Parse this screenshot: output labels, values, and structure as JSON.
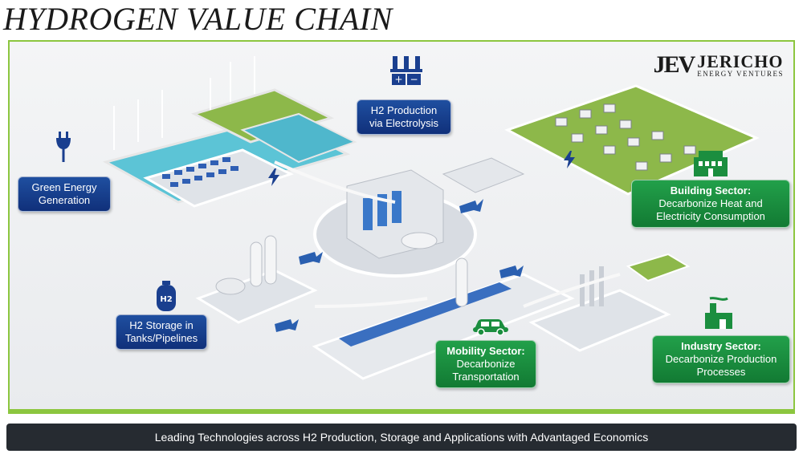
{
  "title": "HYDROGEN VALUE CHAIN",
  "logo": {
    "mark": "JEV",
    "name": "JERICHO",
    "subtitle": "ENERGY VENTURES"
  },
  "labels": {
    "green_energy": {
      "line1": "Green Energy",
      "line2": "Generation"
    },
    "h2_production": {
      "line1": "H2 Production",
      "line2": "via Electrolysis"
    },
    "h2_storage": {
      "line1": "H2 Storage in",
      "line2": "Tanks/Pipelines"
    },
    "building": {
      "heading": "Building Sector:",
      "line1": "Decarbonize Heat and",
      "line2": "Electricity Consumption"
    },
    "mobility": {
      "heading": "Mobility Sector:",
      "line1": "Decarbonize",
      "line2": "Transportation"
    },
    "industry": {
      "heading": "Industry Sector:",
      "line1": "Decarbonize Production",
      "line2": "Processes"
    }
  },
  "footer": "Leading Technologies across H2 Production, Storage and Applications with Advantaged Economics",
  "colors": {
    "blue_box": "#1a3f8f",
    "green_box": "#1b8e3f",
    "accent_green": "#8cc63f",
    "footer_bg": "#262b31"
  },
  "icons": [
    "plug-leaf-icon",
    "electrolyzer-icon",
    "h2-tank-icon",
    "building-icon",
    "car-icon",
    "factory-icon"
  ]
}
